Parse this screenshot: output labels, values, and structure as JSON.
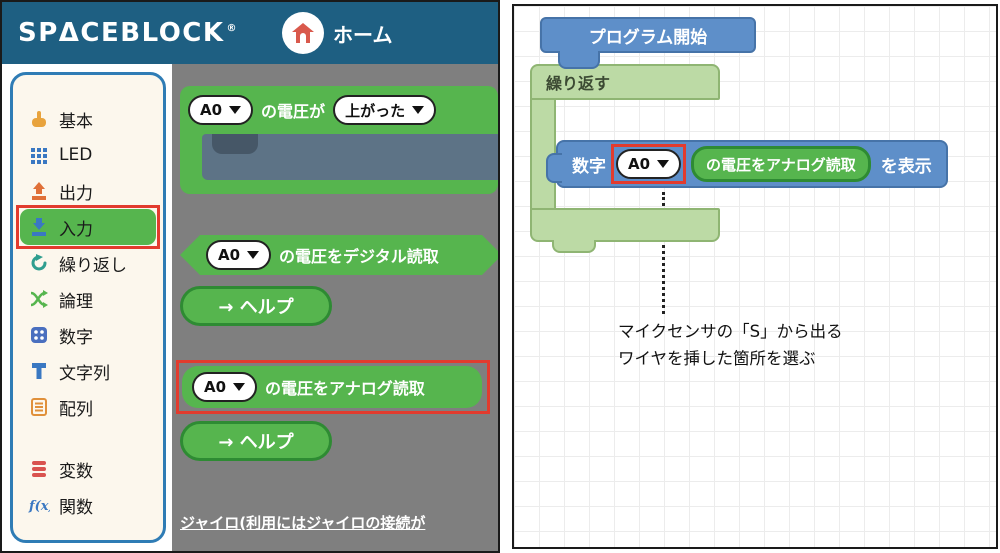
{
  "colors": {
    "header_bg": "#1e5f82",
    "block_green": "#56b54e",
    "block_blue": "#5e8fc9",
    "loop_green": "#bcdaa5",
    "annotation_red": "#e23b2e",
    "palette_bg": "#7f7f7f",
    "sidebar_bg": "#fcf7ed",
    "sidebar_border": "#2f7cb5"
  },
  "header": {
    "logo": "SPΔCEBLOCK",
    "registered_mark": "®",
    "home_label": "ホーム",
    "home_icon": "house-icon"
  },
  "sidebar": {
    "items": [
      {
        "label": "基本",
        "icon": "hand-icon",
        "selected": false
      },
      {
        "label": "LED",
        "icon": "led-grid-icon",
        "selected": false
      },
      {
        "label": "出力",
        "icon": "output-arrow-icon",
        "selected": false
      },
      {
        "label": "入力",
        "icon": "input-arrow-icon",
        "selected": true
      },
      {
        "label": "繰り返し",
        "icon": "loop-arrows-icon",
        "selected": false
      },
      {
        "label": "論理",
        "icon": "logic-shuffle-icon",
        "selected": false
      },
      {
        "label": "数字",
        "icon": "number-dice-icon",
        "selected": false
      },
      {
        "label": "文字列",
        "icon": "string-t-icon",
        "selected": false
      },
      {
        "label": "配列",
        "icon": "array-list-icon",
        "selected": false
      }
    ],
    "items_bottom": [
      {
        "label": "変数",
        "icon": "variable-layers-icon",
        "selected": false
      },
      {
        "label": "関数",
        "icon": "function-fx-icon",
        "selected": false
      }
    ]
  },
  "palette": {
    "voltage_change_block": {
      "port": "A0",
      "text_middle": "の電圧が",
      "direction": "上がった"
    },
    "digital_read_block": {
      "port": "A0",
      "text": "の電圧をデジタル読取"
    },
    "help_button_1": "→ ヘルプ",
    "analog_read_block": {
      "port": "A0",
      "text": "の電圧をアナログ読取"
    },
    "help_button_2": "→ ヘルプ",
    "footer_note": "ジャイロ(利用にはジャイロの接続が"
  },
  "workspace": {
    "start_block_label": "プログラム開始",
    "loop_block_label": "繰り返す",
    "display_block": {
      "prefix": "数字",
      "port": "A0",
      "value_block": "の電圧をアナログ読取",
      "suffix": "を表示"
    },
    "note_line1": "マイクセンサの「S」から出る",
    "note_line2": "ワイヤを挿した箇所を選ぶ"
  }
}
